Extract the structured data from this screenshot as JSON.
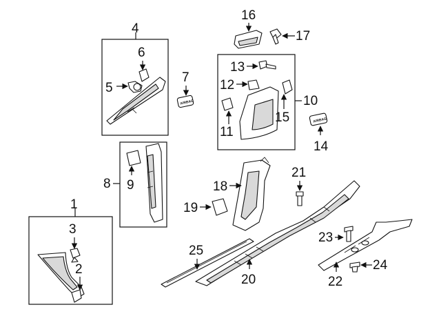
{
  "callouts": {
    "c1": "1",
    "c2": "2",
    "c3": "3",
    "c4": "4",
    "c5": "5",
    "c6": "6",
    "c7": "7",
    "c8": "8",
    "c9": "9",
    "c10": "10",
    "c11": "11",
    "c12": "12",
    "c13": "13",
    "c14": "14",
    "c15": "15",
    "c16": "16",
    "c17": "17",
    "c18": "18",
    "c19": "19",
    "c20": "20",
    "c21": "21",
    "c22": "22",
    "c23": "23",
    "c24": "24",
    "c25": "25"
  },
  "badge_text": "AIRBAG"
}
